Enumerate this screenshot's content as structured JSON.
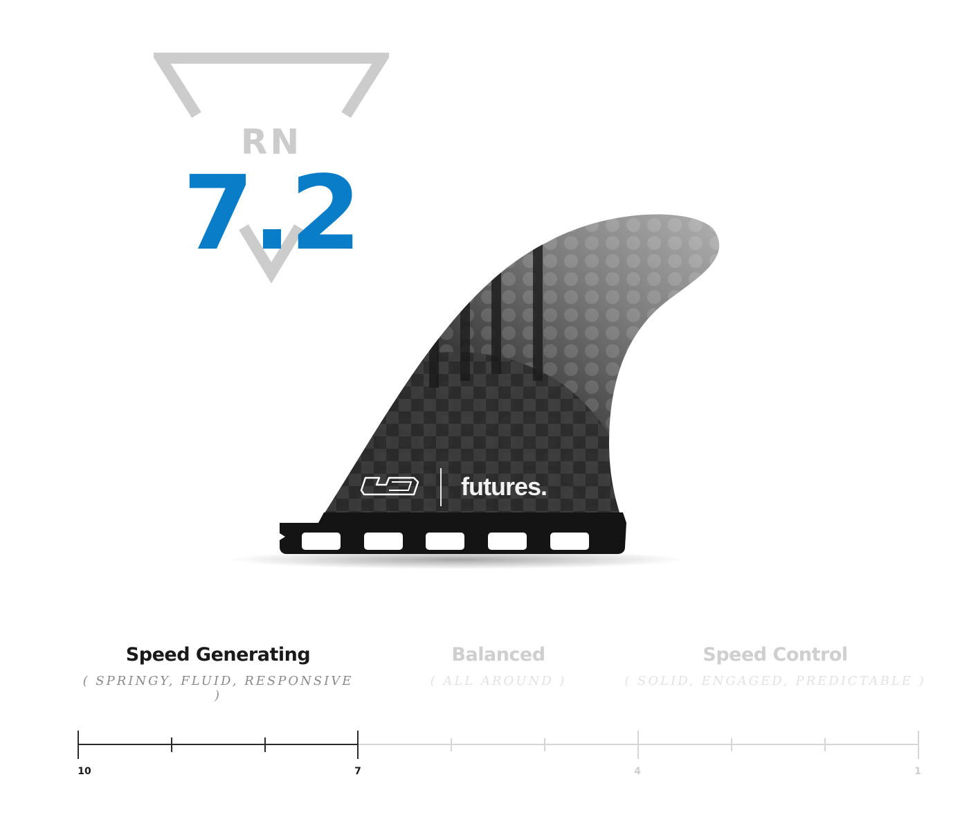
{
  "rating": {
    "prefix": "RN",
    "value": "7.2",
    "accent_color": "#0a7dc8",
    "badge_color": "#cccccc"
  },
  "product": {
    "brand_logo": "HS",
    "brand_name": "futures.",
    "image": "carbon-honeycomb-surf-fin"
  },
  "categories": [
    {
      "title": "Speed Generating",
      "subtitle": "( SPRINGY, FLUID, RESPONSIVE )",
      "active": true
    },
    {
      "title": "Balanced",
      "subtitle": "( ALL AROUND )",
      "active": false
    },
    {
      "title": "Speed Control",
      "subtitle": "( SOLID, ENGAGED, PREDICTABLE )",
      "active": false
    }
  ],
  "scale": {
    "labels": [
      "10",
      "7",
      "4",
      "1"
    ],
    "min": 1,
    "max": 10,
    "active_range": [
      10,
      7
    ],
    "active_color": "#1a1a1a",
    "inactive_color": "#cfcfcf"
  }
}
